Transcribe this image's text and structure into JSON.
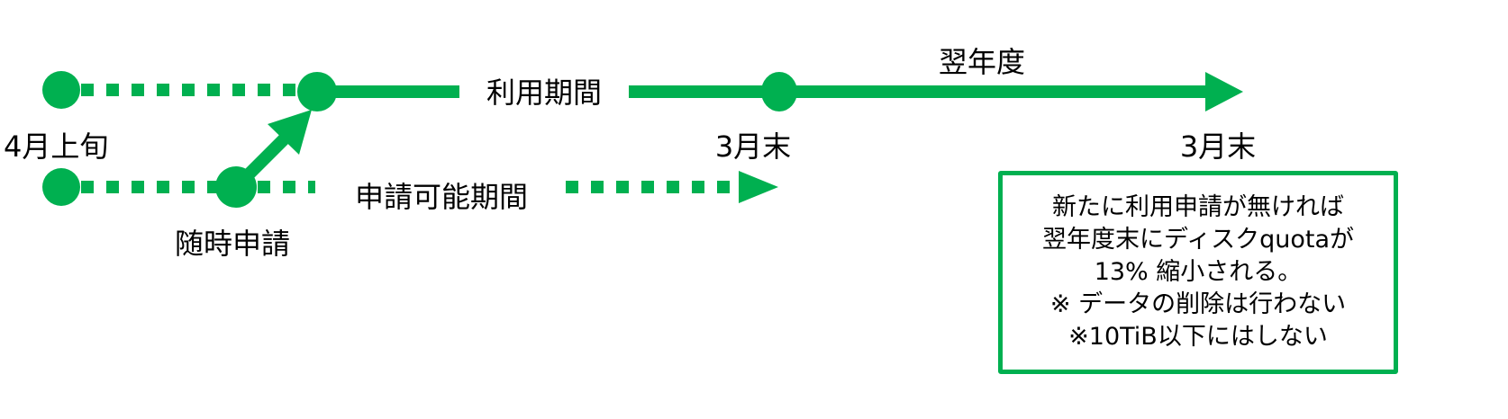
{
  "colors": {
    "accent": "#00b050",
    "text": "#000000"
  },
  "labels": {
    "start": "4月上旬",
    "anytime_apply": "随時申請",
    "usage_period": "利用期間",
    "apply_period": "申請可能期間",
    "end_march_1": "3月末",
    "next_year": "翌年度",
    "end_march_2": "3月末"
  },
  "note": {
    "lines": [
      "新たに利用申請が無ければ",
      "翌年度末にディスクquotaが",
      "13% 縮小される。",
      "※ データの削除は行わない",
      "※10TiB以下にはしない"
    ]
  }
}
